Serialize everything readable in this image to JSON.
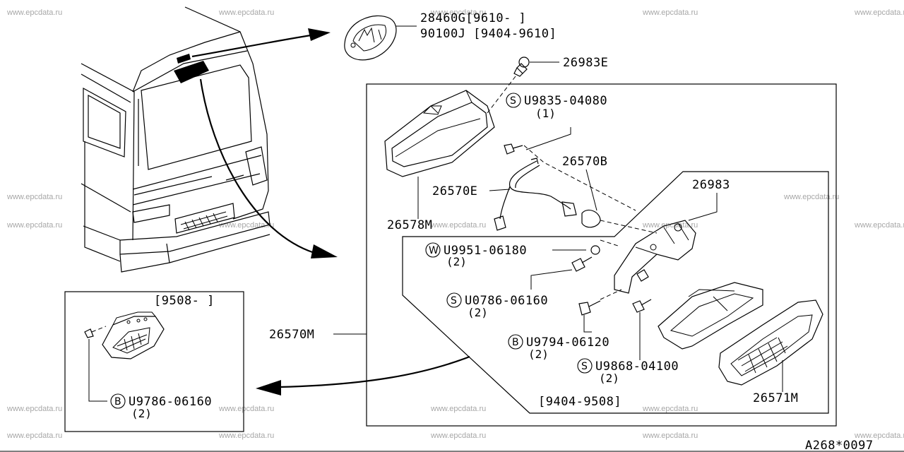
{
  "watermark": "www.epcdata.ru",
  "diagram_code": "A268*0097",
  "parts": {
    "lamp_top_a": "28460G[9610-    ]",
    "lamp_top_b": "90100J [9404-9610]",
    "p26983E": "26983E",
    "s9835": "U9835-04080",
    "s9835_qty": "(1)",
    "p26570B": "26570B",
    "p26570E": "26570E",
    "p26578M": "26578M",
    "p26983": "26983",
    "w9951": "U9951-06180",
    "w9951_qty": "(2)",
    "s0786": "U0786-06160",
    "s0786_qty": "(2)",
    "b9794": "U9794-06120",
    "b9794_qty": "(2)",
    "s9868": "U9868-04100",
    "s9868_qty": "(2)",
    "p26570M": "26570M",
    "p26571M": "26571M",
    "range_main": "[9404-9508]",
    "range_inset": "[9508-    ]",
    "b9786": "U9786-06160",
    "b9786_qty": "(2)"
  },
  "badges": {
    "S": "S",
    "W": "W",
    "B": "B"
  }
}
